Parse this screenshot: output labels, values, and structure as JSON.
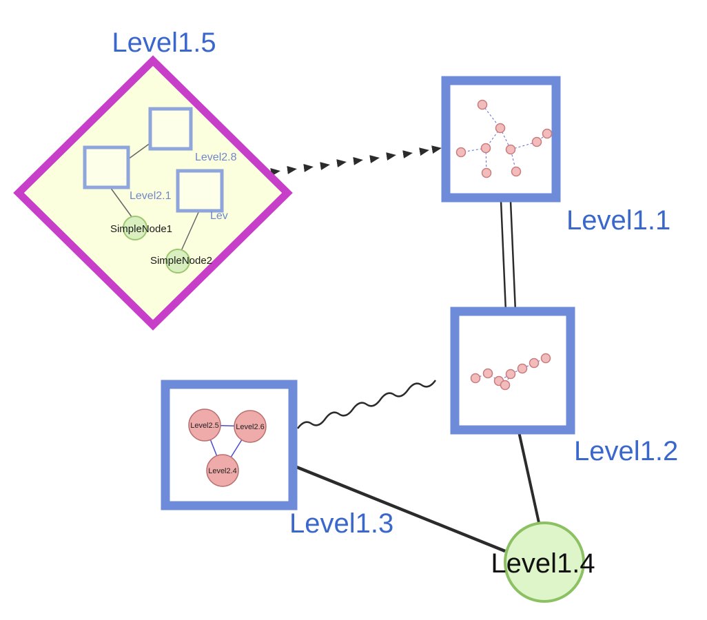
{
  "diagram": {
    "group": {
      "label": "Level1.5",
      "shape": "diamond",
      "child_squares": [
        {
          "label": "Level2.8"
        },
        {
          "label": "Level2.1"
        },
        {
          "label": "Lev"
        }
      ],
      "child_nodes": [
        {
          "label": "SimpleNode1"
        },
        {
          "label": "SimpleNode2"
        }
      ]
    },
    "nodes": [
      {
        "label": "Level1.1",
        "shape": "square",
        "content": "mini-graph"
      },
      {
        "label": "Level1.2",
        "shape": "square",
        "content": "mini-graph"
      },
      {
        "label": "Level1.3",
        "shape": "square",
        "children": [
          {
            "label": "Level2.5"
          },
          {
            "label": "Level2.6"
          },
          {
            "label": "Level2.4"
          }
        ]
      },
      {
        "label": "Level1.4",
        "shape": "circle"
      }
    ],
    "edges": [
      {
        "from": "Level1.5",
        "to": "Level1.1",
        "style": "dashed-arrows"
      },
      {
        "from": "Level1.1",
        "to": "Level1.2",
        "style": "double-line"
      },
      {
        "from": "Level1.3",
        "to": "Level1.2",
        "style": "wavy"
      },
      {
        "from": "Level1.2",
        "to": "Level1.4",
        "style": "solid"
      },
      {
        "from": "Level1.3",
        "to": "Level1.4",
        "style": "solid"
      }
    ],
    "colors": {
      "label_text": "#3a67cb",
      "node_border": "#6e8bd9",
      "group_border": "#c73ec9",
      "group_fill": "#fbffdd",
      "inner_square_fill": "#fdffe9",
      "inner_square_border": "#8fa6dc",
      "inner_label": "#7186c9",
      "leaf_fill": "#def4c9",
      "leaf_border": "#8cc163",
      "leaf_child_fill": "#d9efbf",
      "leaf_child_border": "#9bc76f",
      "child_fill": "#efaaaa",
      "child_border": "#b97070",
      "child_edge": "#4a4ad0",
      "mini_node_fill": "#f3bcbc",
      "mini_node_border": "#c97b7b",
      "edge": "#2b2b2b"
    }
  }
}
